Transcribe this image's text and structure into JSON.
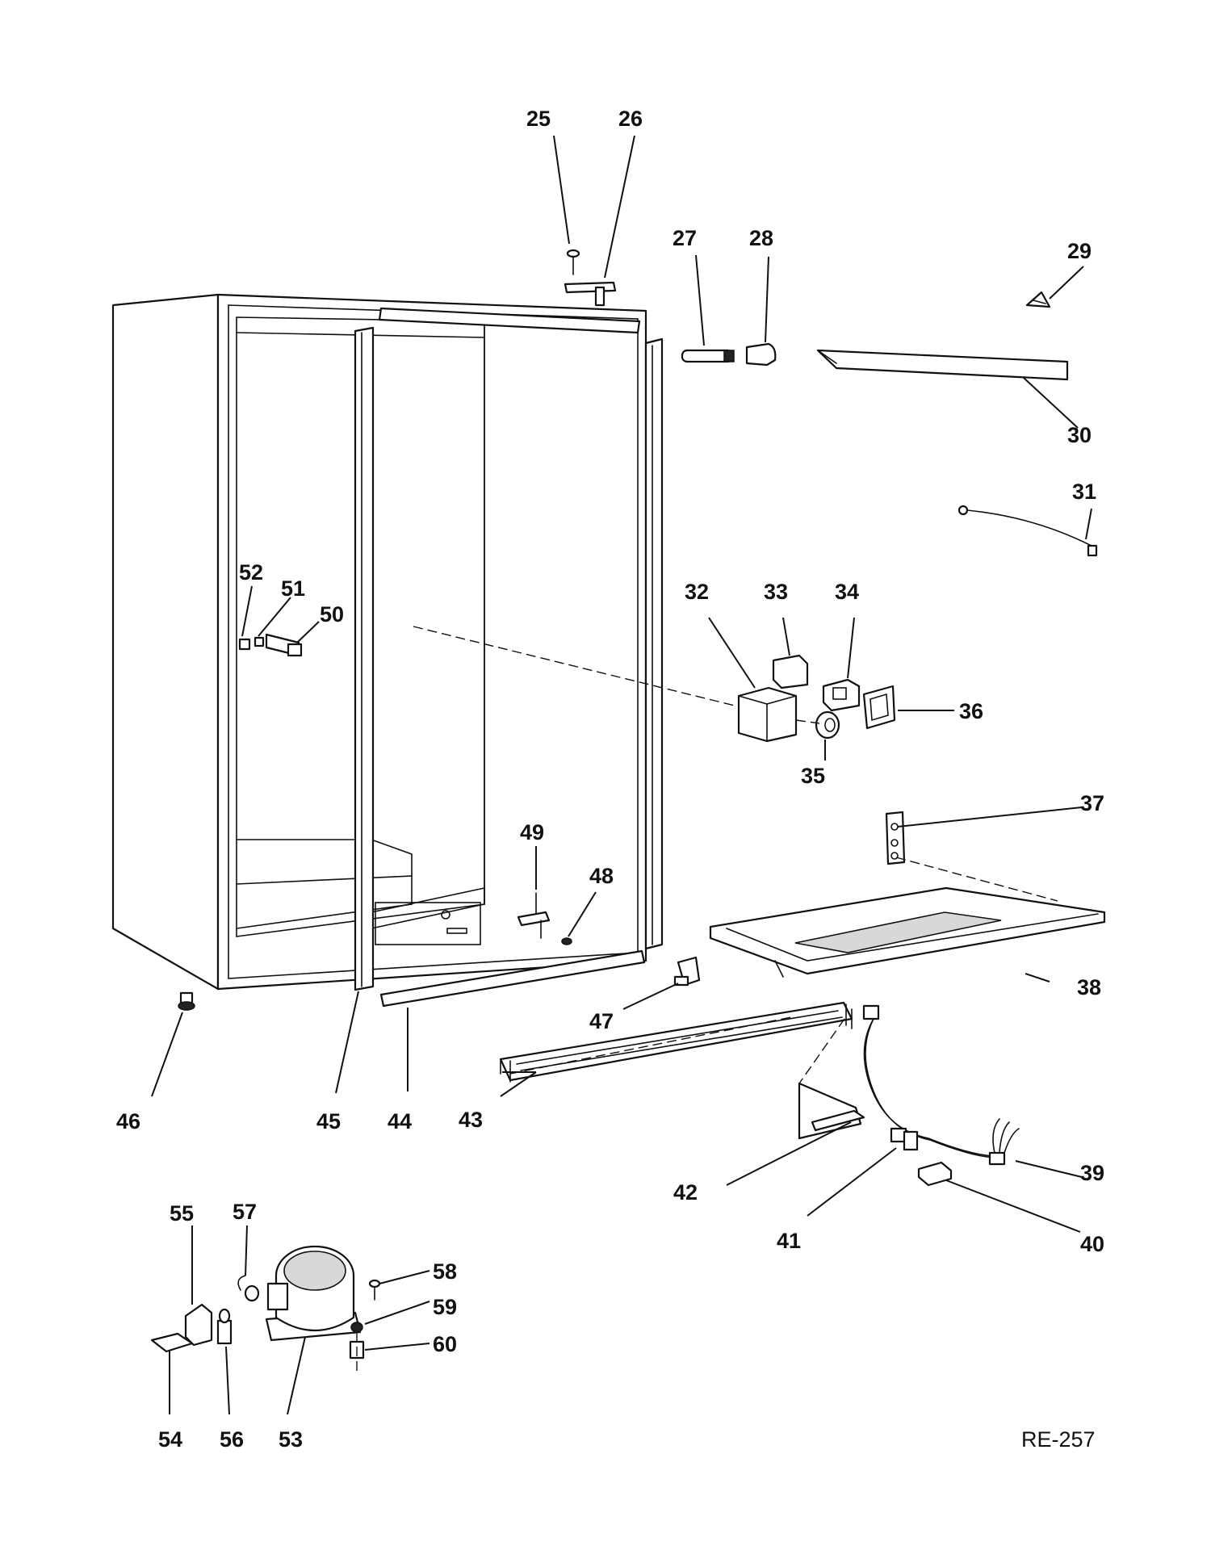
{
  "document_code": "RE-257",
  "callouts": [
    "25",
    "26",
    "27",
    "28",
    "29",
    "30",
    "31",
    "32",
    "33",
    "34",
    "35",
    "36",
    "37",
    "38",
    "39",
    "40",
    "41",
    "42",
    "43",
    "44",
    "45",
    "46",
    "47",
    "48",
    "49",
    "50",
    "51",
    "52",
    "53",
    "54",
    "55",
    "56",
    "57",
    "58",
    "59",
    "60"
  ]
}
